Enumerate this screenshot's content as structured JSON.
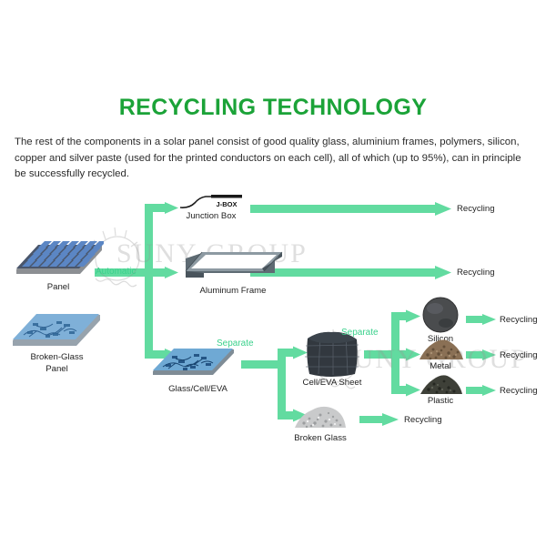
{
  "page": {
    "title": "RECYCLING TECHNOLOGY",
    "title_color": "#1ba338",
    "intro": "The rest of the components in a solar panel consist of good quality glass, aluminium frames, polymers, silicon, copper and silver paste (used for the printed conductors on each cell), all of which (up to 95%), can in principle be successfully recycled.",
    "background": "#ffffff"
  },
  "watermark": {
    "text": "SUNY GROUP",
    "color": "#969696"
  },
  "diagram": {
    "arrow_color": "#62dba0",
    "process_labels": {
      "automatic": "Automatic",
      "separate_1": "Separate",
      "separate_2": "Separate"
    },
    "nodes": {
      "panel": "Panel",
      "broken_glass_panel_line1": "Broken-Glass",
      "broken_glass_panel_line2": "Panel",
      "junction_box": "Junction Box",
      "junction_box_mark": "J-BOX",
      "aluminum_frame": "Aluminum Frame",
      "glass_cell_eva": "Glass/Cell/EVA",
      "cell_eva_sheet": "Cell/EVA Sheet",
      "broken_glass": "Broken Glass",
      "silicon": "Silicon",
      "metal": "Metal",
      "plastic": "Plastic"
    },
    "outputs": {
      "recycling_junction_box": "Recycling",
      "recycling_aluminum_frame": "Recycling",
      "recycling_silicon": "Recycling",
      "recycling_metal": "Recycling",
      "recycling_plastic": "Recycling",
      "recycling_broken_glass": "Recycling"
    }
  }
}
